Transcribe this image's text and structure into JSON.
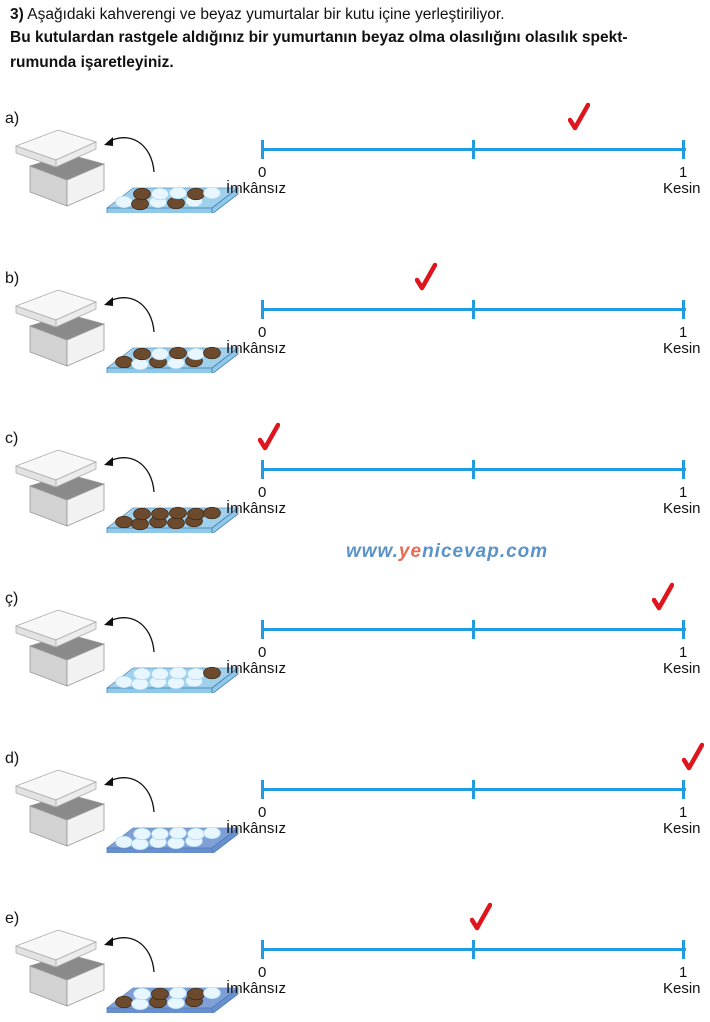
{
  "question": {
    "number": "3)",
    "intro": "Aşağıdaki kahverengi ve beyaz yumurtalar bir kutu içine yerleştiriliyor.",
    "instruction_line1": "Bu kutulardan rastgele aldığınız bir yumurtanın beyaz olma olasılığını olasılık spekt-",
    "instruction_line2": "rumunda işaretleyiniz."
  },
  "spectrum_labels": {
    "min_number": "0",
    "min_text": "İmkânsız",
    "max_number": "1",
    "max_text": "Kesin"
  },
  "watermark": {
    "prefix": "www.",
    "brand_a": "ye",
    "brand_b": "nicevap",
    "suffix": ".com"
  },
  "colors": {
    "spectrum": "#1f9de0",
    "check": "#e0141c",
    "tray": "#8fc9ea",
    "tray_dark": "#6a8fd0"
  },
  "items": [
    {
      "letter": "a)",
      "mark": 0.73,
      "tray_color": "#8fc9ea",
      "eggs": [
        "w",
        "b",
        "w",
        "b",
        "w",
        "b",
        "w",
        "w",
        "b",
        "w"
      ]
    },
    {
      "letter": "b)",
      "mark": 0.37,
      "tray_color": "#8fc9ea",
      "eggs": [
        "b",
        "w",
        "b",
        "w",
        "b",
        "b",
        "w",
        "b",
        "w",
        "b"
      ]
    },
    {
      "letter": "c)",
      "mark": 0.0,
      "tray_color": "#8fc9ea",
      "eggs": [
        "b",
        "b",
        "b",
        "b",
        "b",
        "b",
        "b",
        "b",
        "b",
        "b"
      ]
    },
    {
      "letter": "ç)",
      "mark": 0.93,
      "tray_color": "#8fc9ea",
      "eggs": [
        "w",
        "w",
        "w",
        "w",
        "w",
        "w",
        "w",
        "w",
        "w",
        "b"
      ]
    },
    {
      "letter": "d)",
      "mark": 1.0,
      "tray_color": "#6a8fd0",
      "eggs": [
        "w",
        "w",
        "w",
        "w",
        "w",
        "w",
        "w",
        "w",
        "w",
        "w"
      ]
    },
    {
      "letter": "e)",
      "mark": 0.5,
      "tray_color": "#6a8fd0",
      "eggs": [
        "b",
        "w",
        "b",
        "w",
        "b",
        "w",
        "b",
        "w",
        "b",
        "w"
      ]
    }
  ]
}
